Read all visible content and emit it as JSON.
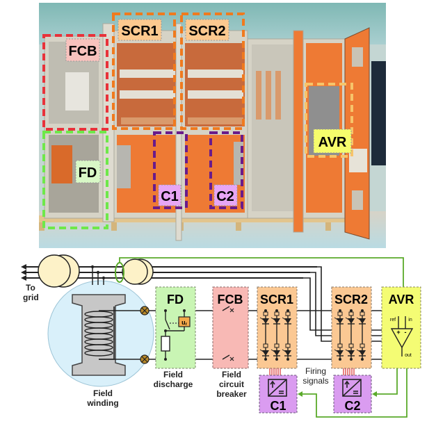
{
  "figure": {
    "photo_labels": {
      "fcb": "FCB",
      "scr1": "SCR1",
      "scr2": "SCR2",
      "fd": "FD",
      "c1": "C1",
      "c2": "C2",
      "avr": "AVR"
    },
    "schematic": {
      "to_grid": [
        "To",
        "grid"
      ],
      "field_winding": [
        "Field",
        "winding"
      ],
      "field_discharge": [
        "Field",
        "discharge"
      ],
      "field_circuit_breaker": [
        "Field",
        "circuit",
        "breaker"
      ],
      "firing_signals": [
        "Firing",
        "signals"
      ],
      "blocks": {
        "fd": "FD",
        "fcb": "FCB",
        "scr1": "SCR1",
        "scr2": "SCR2",
        "avr": "AVR",
        "c1": "C1",
        "c2": "C2"
      },
      "ur_label": "u",
      "ur_sub": "r",
      "avr_ref": "ref",
      "avr_in": "in",
      "avr_out": "out",
      "avr_plus": "+",
      "avr_minus": "-"
    },
    "colors": {
      "fcb": "#f8b9b5",
      "fcb_border": "#e8323a",
      "scr": "#fbc893",
      "scr_border": "#f07a1e",
      "fd": "#c9f5b4",
      "fd_border": "#6ee84a",
      "converter": "#da9cf0",
      "converter_border": "#6a1b8a",
      "avr": "#f4fc74",
      "avr_border": "#f7c46a",
      "signal_green": "#5aaa2a",
      "firing_red": "#d9322f",
      "machine": "#fdf2c8",
      "rotor_bg": "#d9f0fa"
    }
  }
}
